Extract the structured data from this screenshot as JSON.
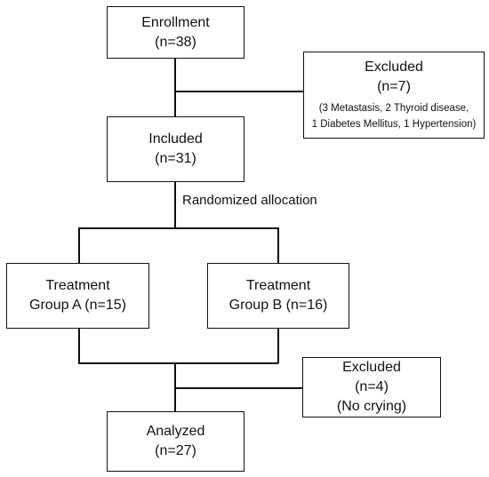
{
  "enrollment": {
    "title": "Enrollment",
    "count": "(n=38)"
  },
  "excluded_1": {
    "title": "Excluded",
    "count": "(n=7)",
    "detail_line1": "(3 Metastasis, 2 Thyroid disease,",
    "detail_line2": "1 Diabetes Mellitus, 1 Hypertension)"
  },
  "included": {
    "title": "Included",
    "count": "(n=31)"
  },
  "randomized_label": "Randomized allocation",
  "group_a": {
    "line1": "Treatment",
    "line2": "Group  A (n=15)"
  },
  "group_b": {
    "line1": "Treatment",
    "line2": "Group  B (n=16)"
  },
  "excluded_2": {
    "title": "Excluded",
    "count": "(n=4)",
    "reason": "(No crying)"
  },
  "analyzed": {
    "title": "Analyzed",
    "count": "(n=27)"
  }
}
